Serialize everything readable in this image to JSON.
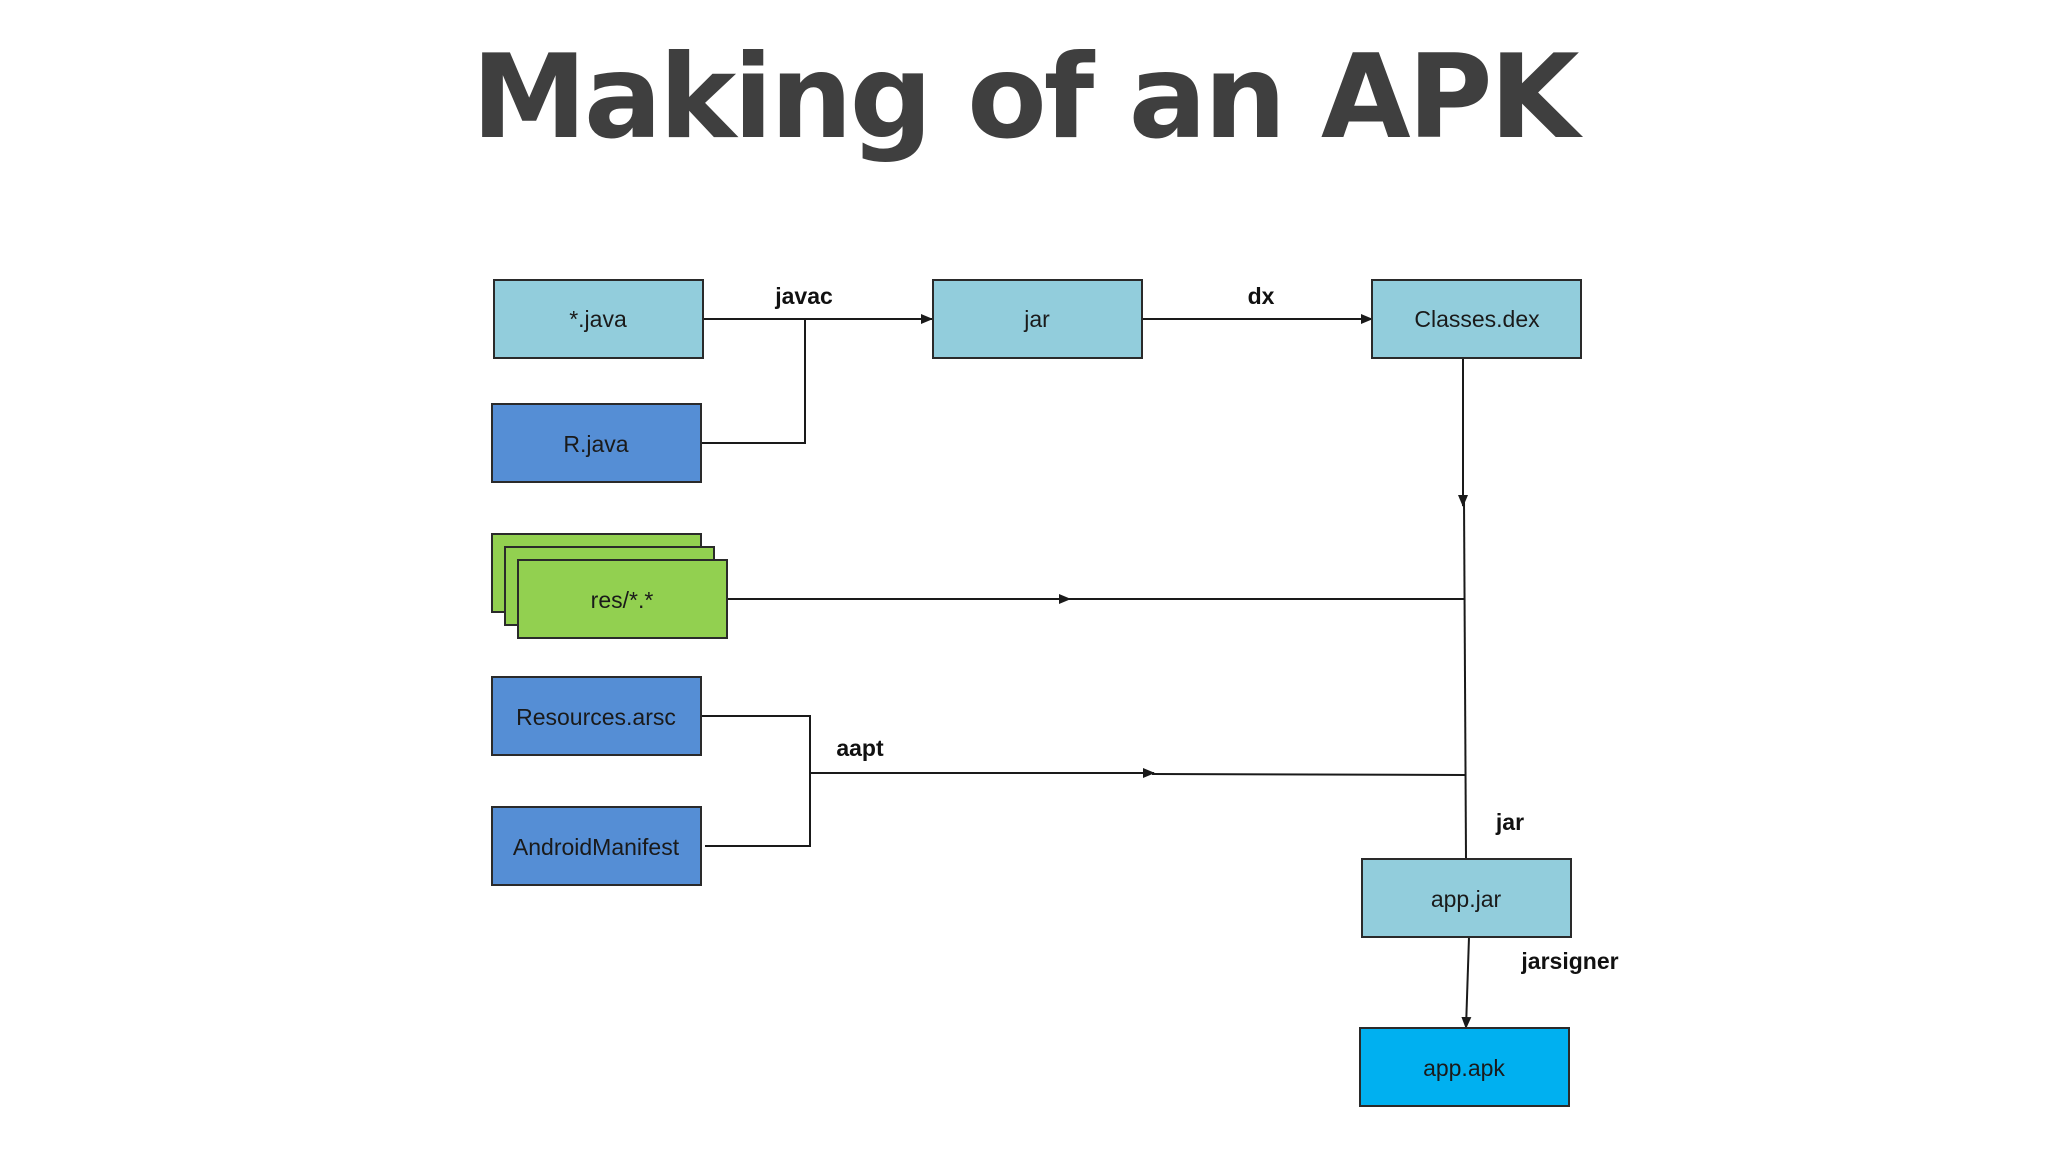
{
  "title": "Making of an APK",
  "colors": {
    "light_blue": "#92cddc",
    "mid_blue": "#558ed5",
    "green": "#92d050",
    "bright_blue": "#00b0f0",
    "title_gray": "#3f3f3f"
  },
  "nodes": {
    "java_sources": "*.java",
    "r_java": "R.java",
    "resources": "res/*.*",
    "resources_arsc": "Resources.arsc",
    "android_manifest": "AndroidManifest",
    "jar": "jar",
    "classes_dex": "Classes.dex",
    "app_jar": "app.jar",
    "app_apk": "app.apk"
  },
  "edges": {
    "javac": "javac",
    "dx": "dx",
    "aapt": "aapt",
    "jar": "jar",
    "jarsigner": "jarsigner"
  }
}
